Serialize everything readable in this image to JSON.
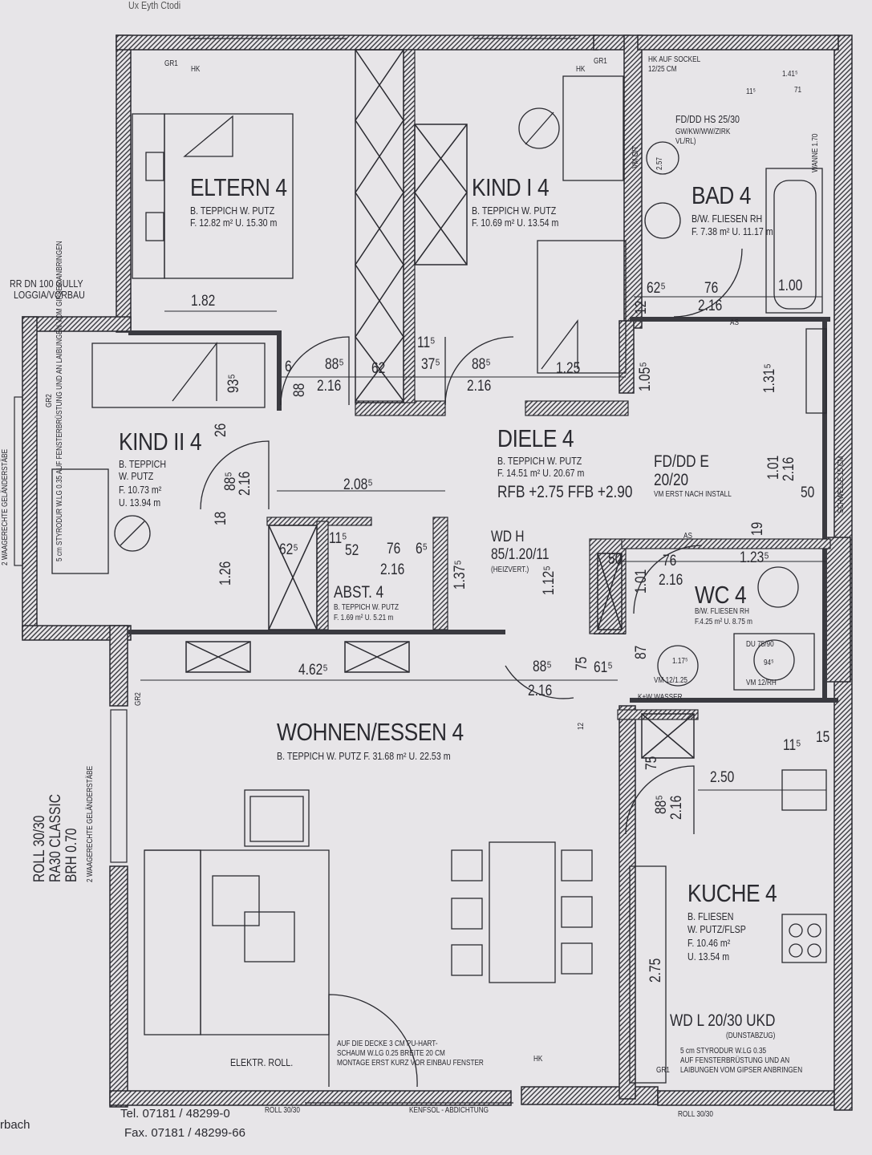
{
  "header": {
    "top_left": "Ux Eyth Ctodi"
  },
  "rooms": {
    "eltern": {
      "name": "ELTERN 4",
      "finish": "B. TEPPICH W. PUTZ",
      "area": "F. 12.82 m² U. 15.30 m"
    },
    "kind1": {
      "name": "KIND I 4",
      "finish": "B. TEPPICH W. PUTZ",
      "area": "F. 10.69 m² U. 13.54 m"
    },
    "bad": {
      "name": "BAD 4",
      "finish": "B/W. FLIESEN RH",
      "area": "F. 7.38 m² U. 11.17 m"
    },
    "kind2": {
      "name": "KIND II 4",
      "finish1": "B. TEPPICH",
      "finish2": "W. PUTZ",
      "area1": "F. 10.73 m²",
      "area2": "U. 13.94 m"
    },
    "diele": {
      "name": "DIELE 4",
      "finish": "B. TEPPICH W. PUTZ",
      "area": "F. 14.51 m² U. 20.67 m",
      "levels": "RFB +2.75 FFB +2.90"
    },
    "abst": {
      "name": "ABST. 4",
      "finish": "B. TEPPICH W. PUTZ",
      "area": "F. 1.69 m² U. 5.21 m"
    },
    "wc": {
      "name": "WC 4",
      "finish": "B/W. FLIESEN RH",
      "area": "F.4.25 m² U. 8.75 m"
    },
    "wohnen": {
      "name": "WOHNEN/ESSEN 4",
      "detail": "B. TEPPICH W. PUTZ  F. 31.68 m²  U. 22.53 m"
    },
    "kueche": {
      "name": "KUCHE 4",
      "finish1": "B. FLIESEN",
      "finish2": "W. PUTZ/FLSP",
      "area1": "F. 10.46 m²",
      "area2": "U. 13.54 m"
    }
  },
  "annotations": {
    "gully1": "RR DN 100 GULLY",
    "gully2": "LOGGIA/VORBAU",
    "hs1": "FD/DD HS 25/30",
    "hs2": "GW/KW/WW/ZIRK",
    "hs3": "VL/RL)",
    "hk_sockel1": "HK AUF SOCKEL",
    "hk_sockel2": "12/25 CM",
    "fd_e1": "FD/DD E",
    "fd_e2": "20/20",
    "fd_e3": "VM ERST NACH INSTALL",
    "wdh1": "WD H",
    "wdh2": "85/1.20/11",
    "wdh3": "(HEIZVERT.)",
    "du": "DU 75/90",
    "vm1": "VM 12/1.25",
    "vm2": "VM 12/RH",
    "kw": "K+W WASSER",
    "wdl1": "WD L 20/30 UKD",
    "wdl2": "(DUNSTABZUG)",
    "styro_bottom1": "5 cm STYRODUR W.LG 0.35",
    "styro_bottom2": "AUF FENSTERBRÜSTUNG UND AN",
    "styro_bottom3": "LAIBUNGEN VOM GIPSER ANBRINGEN",
    "decke1": "AUF DIE DECKE 3 CM PU-HART-",
    "decke2": "SCHAUM W.LG 0.25 BREITE 20 CM",
    "decke3": "MONTAGE ERST KURZ VOR EINBAU FENSTER",
    "elektr": "ELEKTR. ROLL.",
    "roll1": "ROLL 30/30",
    "roll2": "RA30 CLASSIC",
    "roll3": "BRH 0.70",
    "roll4": "2 WAAGERECHTE GELÄNDERSTÄBE",
    "gel_top": "2 WAAGERECHTE GELÄNDERSTÄBE",
    "styro_left": "5 cm STYRODUR W.LG 0.35 AUF FENSTERBRÜSTUNG UND AN LAIBUNGEN VOM GIPSER ANBRINGEN",
    "schwelle": "SCHWELLE 15 CM",
    "wanne": "WANNE 1.70",
    "gr1": "GR1",
    "gr2": "GR2",
    "hk": "HK",
    "as": "AS",
    "vm_ot": "VM O/T"
  },
  "dimensions": {
    "d182": "1.82",
    "d885a": "88⁵",
    "d216a": "2.16",
    "d62": "62",
    "d375": "37⁵",
    "d885b": "88⁵",
    "d216b": "2.16",
    "d125": "1.25",
    "d6": "6",
    "d88": "88",
    "d115a": "11⁵",
    "d105": "1.05⁵",
    "d131": "1.31⁵",
    "d625a": "62⁵",
    "d76a": "76",
    "d216c": "2.16",
    "d100": "1.00",
    "d12a": "12",
    "d141": "1.41⁵",
    "d115b": "11⁵",
    "d71": "71",
    "d257": "2.57",
    "d935": "93⁵",
    "d26": "26",
    "d885c": "88⁵",
    "d216d": "2.16",
    "d18": "18",
    "d126": "1.26",
    "d2085": "2.08⁵",
    "d625b": "62⁵",
    "d115c": "11⁵",
    "d52": "52",
    "d76b": "76",
    "d65": "6⁵",
    "d216e": "2.16",
    "d1375": "1.37⁵",
    "d1125": "1.12⁵",
    "d50a": "50",
    "d101": "1.01",
    "d76c": "76",
    "d216f": "2.16",
    "d1235": "1.23⁵",
    "d87": "87",
    "d1175": "1.17⁵",
    "d945": "94⁵",
    "d4625": "4.62⁵",
    "d885d": "88⁵",
    "d216g": "2.16",
    "d75": "75",
    "d615": "61⁵",
    "d12b": "12",
    "d115d": "11⁵",
    "d15": "15",
    "d250": "2.50",
    "d75b": "75",
    "d885e": "88⁵",
    "d216h": "2.16",
    "d275": "2.75",
    "d101b": "1.01",
    "d216i": "2.16",
    "d19": "19",
    "d50b": "50"
  },
  "footer": {
    "tel": "Tel. 07181 / 48299-0",
    "fax": "Fax. 07181 / 48299-66",
    "left": "rbach",
    "roll_bottom": "ROLL 30/30",
    "roll_bottom2": "ROLL 30/30",
    "kenfsol": "KENFSOL - ABDICHTUNG"
  }
}
